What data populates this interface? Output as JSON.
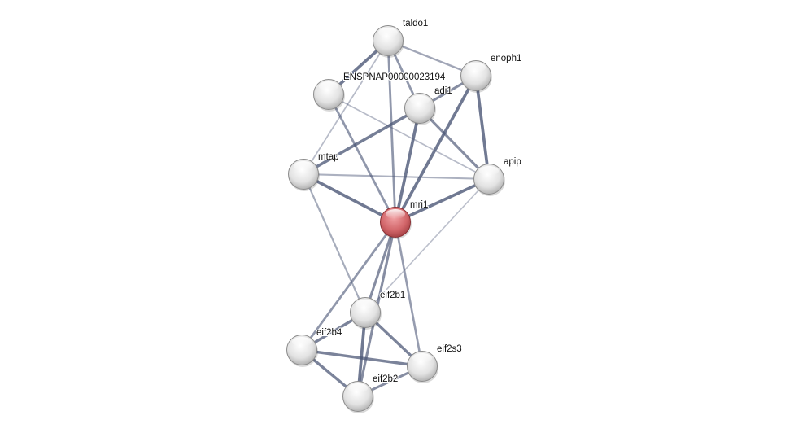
{
  "network": {
    "query_color": "#c9555a",
    "node_color": "#e6e6e6",
    "edge_color": "#4a5575",
    "nodes": [
      {
        "id": "taldo1",
        "label": "taldo1"
      },
      {
        "id": "enoph1",
        "label": "enoph1"
      },
      {
        "id": "ensp",
        "label": "ENSPNAP00000023194"
      },
      {
        "id": "adi1",
        "label": "adi1"
      },
      {
        "id": "mtap",
        "label": "mtap"
      },
      {
        "id": "apip",
        "label": "apip"
      },
      {
        "id": "mri1",
        "label": "mri1",
        "query": true
      },
      {
        "id": "eif2b1",
        "label": "eif2b1"
      },
      {
        "id": "eif2b4",
        "label": "eif2b4"
      },
      {
        "id": "eif2s3",
        "label": "eif2s3"
      },
      {
        "id": "eif2b2",
        "label": "eif2b2"
      }
    ],
    "edges": [
      {
        "a": "taldo1",
        "b": "enoph1",
        "w": 0.45
      },
      {
        "a": "taldo1",
        "b": "mtap",
        "w": 0.25
      },
      {
        "a": "taldo1",
        "b": "ensp",
        "w": 0.9
      },
      {
        "a": "taldo1",
        "b": "mri1",
        "w": 0.6
      },
      {
        "a": "taldo1",
        "b": "adi1",
        "w": 0.6
      },
      {
        "a": "ensp",
        "b": "mri1",
        "w": 0.6
      },
      {
        "a": "ensp",
        "b": "apip",
        "w": 0.25
      },
      {
        "a": "adi1",
        "b": "enoph1",
        "w": 0.7
      },
      {
        "a": "adi1",
        "b": "mtap",
        "w": 0.85
      },
      {
        "a": "adi1",
        "b": "mri1",
        "w": 0.9
      },
      {
        "a": "adi1",
        "b": "apip",
        "w": 0.7
      },
      {
        "a": "enoph1",
        "b": "mri1",
        "w": 0.9
      },
      {
        "a": "enoph1",
        "b": "apip",
        "w": 0.9
      },
      {
        "a": "mtap",
        "b": "apip",
        "w": 0.35
      },
      {
        "a": "mtap",
        "b": "mri1",
        "w": 0.9
      },
      {
        "a": "mtap",
        "b": "eif2b1",
        "w": 0.4
      },
      {
        "a": "apip",
        "b": "mri1",
        "w": 0.9
      },
      {
        "a": "apip",
        "b": "eif2b1",
        "w": 0.2
      },
      {
        "a": "mri1",
        "b": "eif2b4",
        "w": 0.6
      },
      {
        "a": "mri1",
        "b": "eif2b1",
        "w": 0.7
      },
      {
        "a": "mri1",
        "b": "eif2b2",
        "w": 0.7
      },
      {
        "a": "mri1",
        "b": "eif2s3",
        "w": 0.55
      },
      {
        "a": "eif2b1",
        "b": "eif2b4",
        "w": 0.8
      },
      {
        "a": "eif2b1",
        "b": "eif2s3",
        "w": 0.8
      },
      {
        "a": "eif2b1",
        "b": "eif2b2",
        "w": 0.9
      },
      {
        "a": "eif2b4",
        "b": "eif2s3",
        "w": 0.8
      },
      {
        "a": "eif2b4",
        "b": "eif2b2",
        "w": 0.8
      },
      {
        "a": "eif2b2",
        "b": "eif2s3",
        "w": 0.7
      }
    ]
  }
}
